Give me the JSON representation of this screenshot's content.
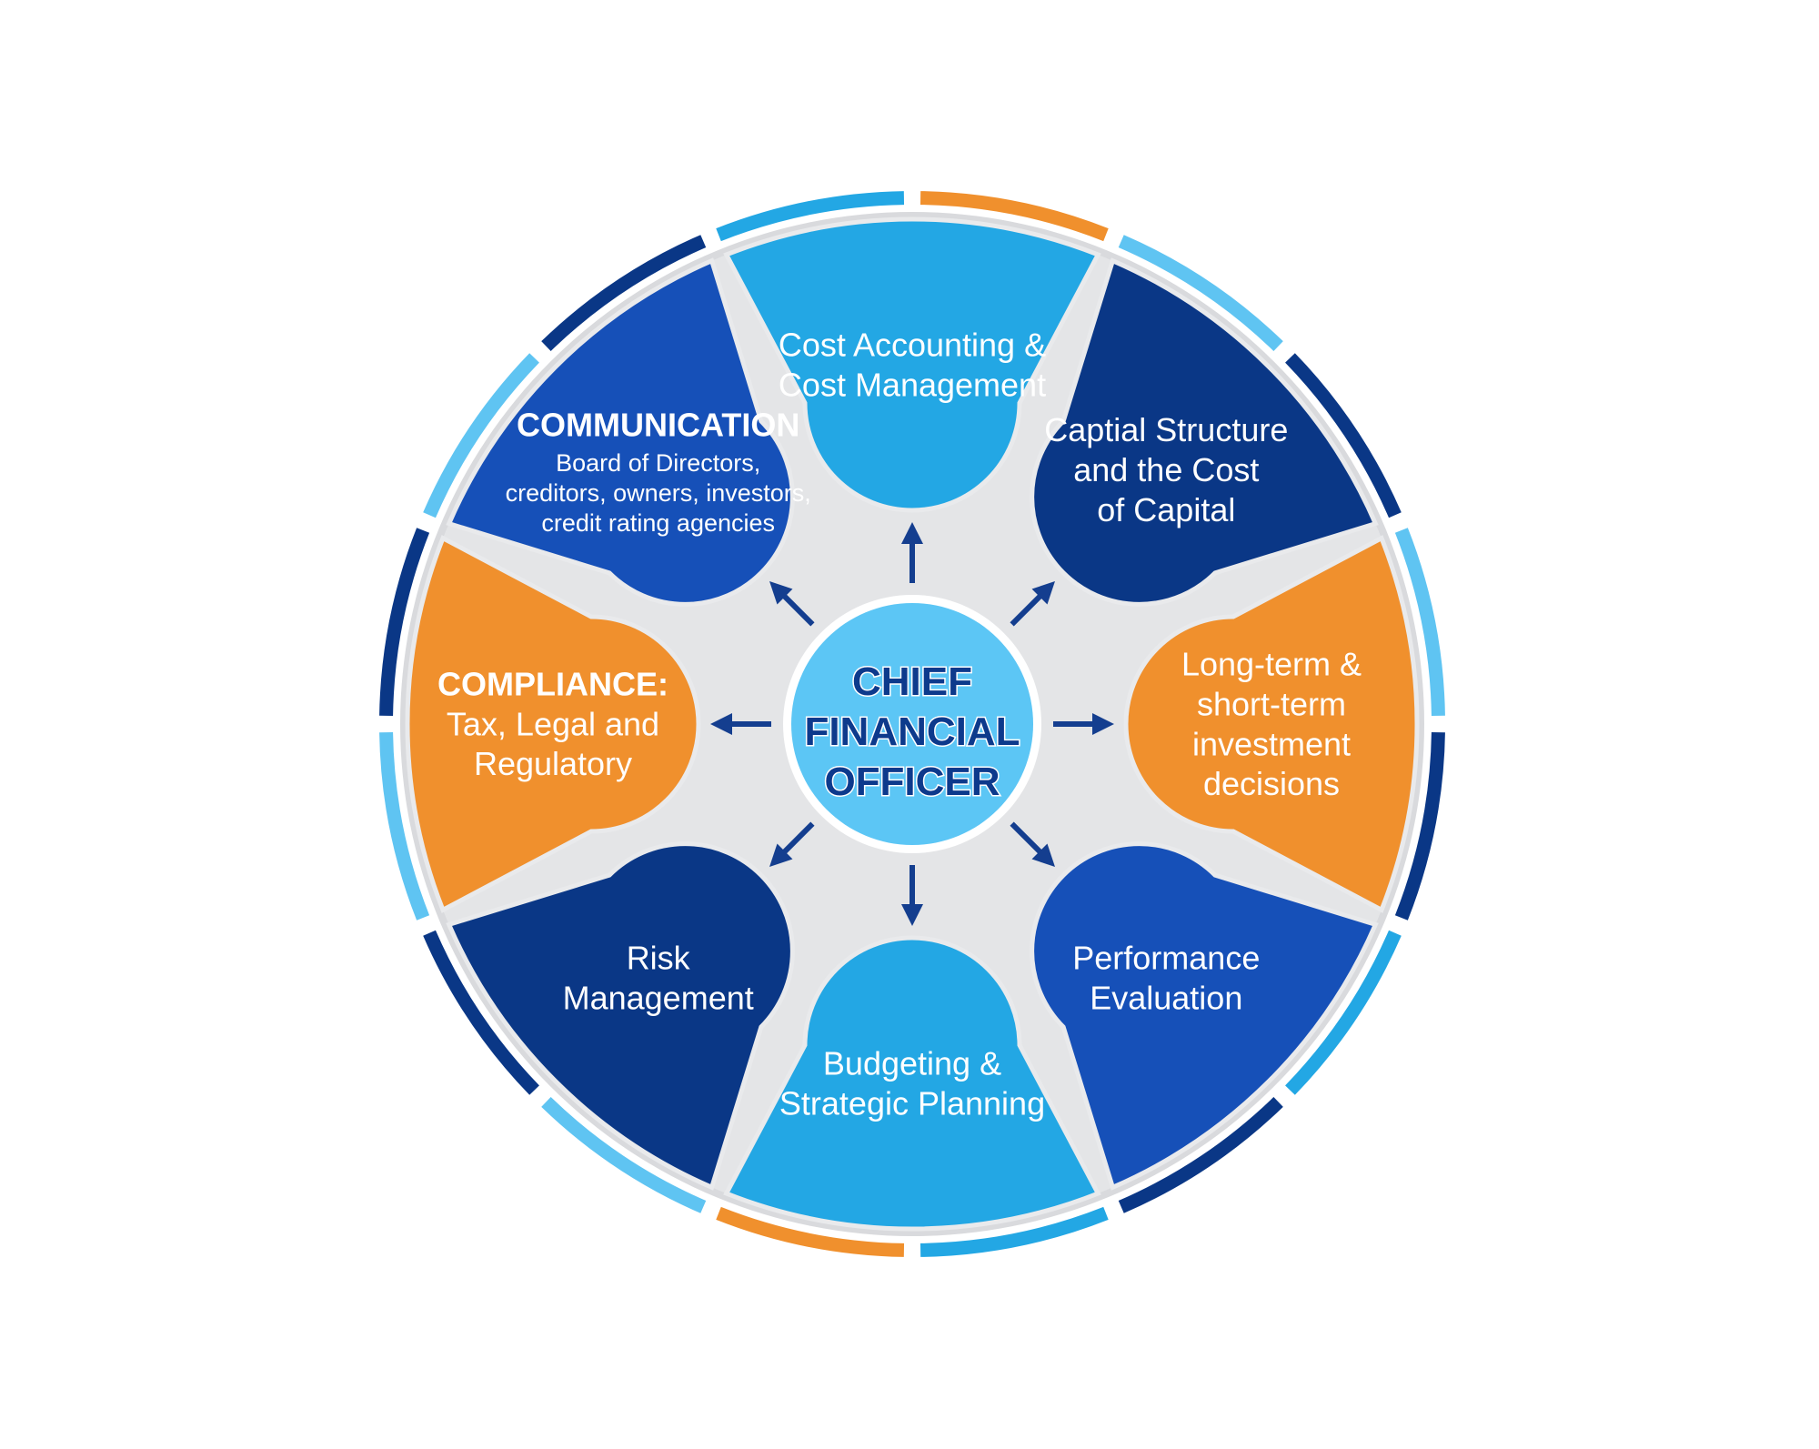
{
  "center": {
    "lines": [
      "CHIEF",
      "FINANCIAL",
      "OFFICER"
    ]
  },
  "colors": {
    "light_blue": "#23a7e4",
    "dark_navy": "#0a3786",
    "medium_blue": "#1650b8",
    "orange": "#f0902d",
    "center_fill": "#5cc6f5",
    "hub_gray": "#e4e5e7",
    "arrow": "#143e8f"
  },
  "segments": [
    {
      "id": "cost-accounting",
      "color": "light_blue",
      "lines": [
        "Cost Accounting &",
        "Cost Management"
      ]
    },
    {
      "id": "capital-structure",
      "color": "dark_navy",
      "lines": [
        "Captial Structure",
        "and the Cost",
        "of Capital"
      ]
    },
    {
      "id": "investment-decisions",
      "color": "orange",
      "lines": [
        "Long-term &",
        "short-term",
        "investment",
        "decisions"
      ]
    },
    {
      "id": "performance-evaluation",
      "color": "medium_blue",
      "lines": [
        "Performance",
        "Evaluation"
      ]
    },
    {
      "id": "budgeting",
      "color": "light_blue",
      "lines": [
        "Budgeting &",
        "Strategic Planning"
      ]
    },
    {
      "id": "risk-management",
      "color": "dark_navy",
      "lines": [
        "Risk",
        "Management"
      ]
    },
    {
      "id": "compliance",
      "color": "orange",
      "title": "COMPLIANCE:",
      "lines": [
        "Tax, Legal and",
        "Regulatory"
      ]
    },
    {
      "id": "communication",
      "color": "medium_blue",
      "title": "COMMUNICATION",
      "lines": [
        "Board of Directors,",
        "creditors, owners, investors,",
        "credit rating agencies"
      ]
    }
  ],
  "ring_colors": [
    "orange",
    "light_blue_pale",
    "dark_navy",
    "light_blue_pale",
    "dark_navy",
    "light_blue",
    "dark_navy",
    "light_blue",
    "orange",
    "light_blue_pale",
    "dark_navy",
    "light_blue_pale",
    "dark_navy",
    "light_blue_pale",
    "dark_navy",
    "light_blue"
  ]
}
